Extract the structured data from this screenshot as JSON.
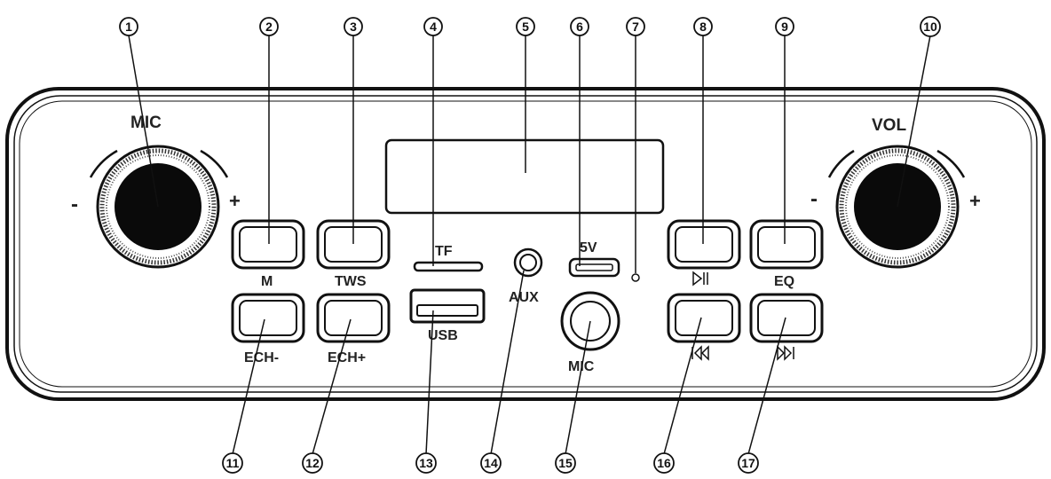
{
  "labels": {
    "mic_knob": "MIC",
    "vol_knob": "VOL",
    "minus": "-",
    "plus": "+",
    "btn_m": "M",
    "btn_tws": "TWS",
    "btn_ech_minus": "ECH-",
    "btn_ech_plus": "ECH+",
    "tf": "TF",
    "usb": "USB",
    "aux": "AUX",
    "five_v": "5V",
    "mic_jack": "MIC",
    "eq": "EQ",
    "play_pause_symbol": "▷||",
    "prev_symbol": "|◁◁",
    "next_symbol": "▷▷|"
  },
  "callouts": [
    "1",
    "2",
    "3",
    "4",
    "5",
    "6",
    "7",
    "8",
    "9",
    "10",
    "11",
    "12",
    "13",
    "14",
    "15",
    "16",
    "17"
  ],
  "icons": {
    "play_pause": "play-pause-icon",
    "previous": "previous-track-icon",
    "next": "next-track-icon"
  },
  "colors": {
    "ink": "#111111",
    "background": "#ffffff",
    "knob": "#0a0a0a"
  }
}
